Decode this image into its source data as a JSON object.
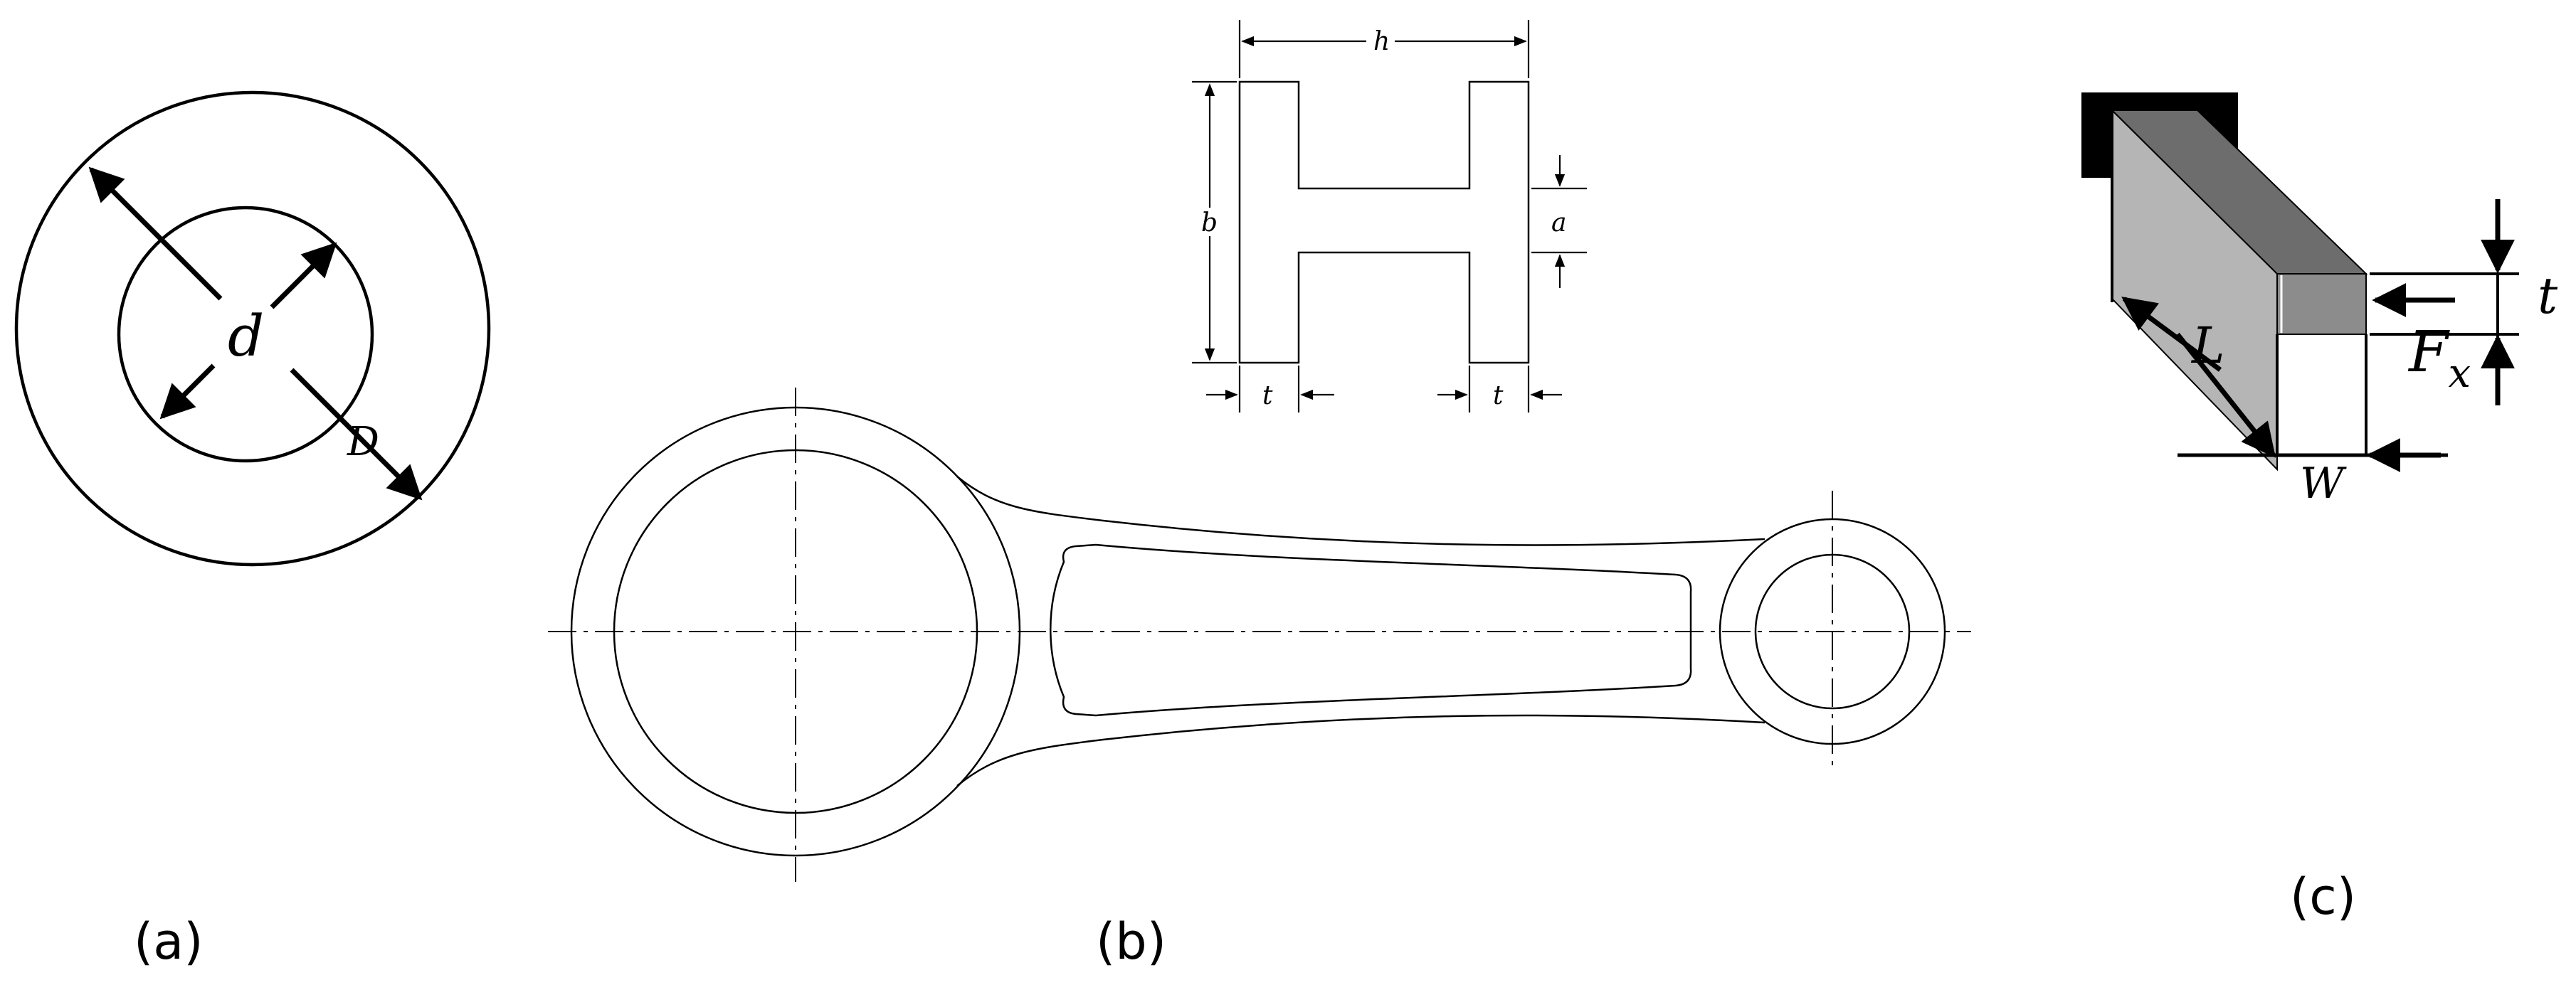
{
  "panel_a": {
    "label": "(a)",
    "inner_diameter_label": "d",
    "outer_diameter_label": "D"
  },
  "panel_b": {
    "label": "(b)",
    "h_label": "h",
    "b_label": "b",
    "a_label": "a",
    "t_left_label": "t",
    "t_right_label": "t"
  },
  "panel_c": {
    "label": "(c)",
    "t_label": "t",
    "L_label": "L",
    "W_label": "W",
    "F_label": "F",
    "F_subscript": "x"
  },
  "colors": {
    "ink": "#000000",
    "beam_top": "#6d6d6d",
    "beam_side": "#b5b5b5",
    "beam_end": "#8c8c8c",
    "wall": "#000000"
  }
}
